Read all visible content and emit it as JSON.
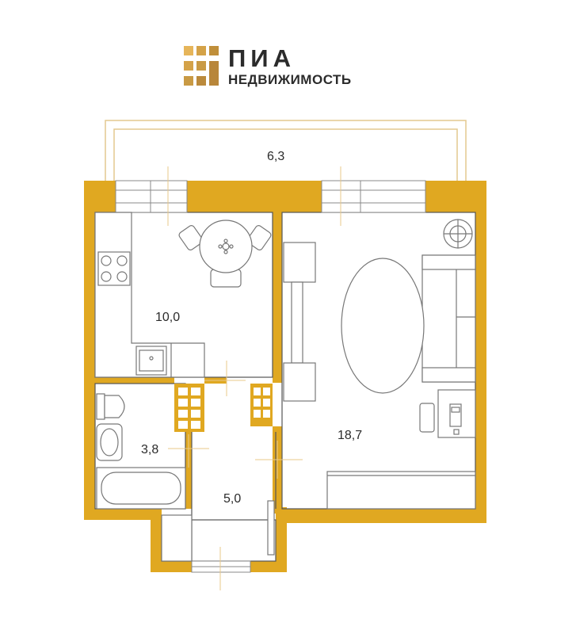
{
  "logo": {
    "title": "ПИА",
    "subtitle": "НЕДВИЖИМОСТЬ",
    "brand_color": "#c9a14a"
  },
  "colors": {
    "wall": "#e0a821",
    "line": "#555555",
    "thin": "#e8c98a",
    "furniture_stroke": "#777777"
  },
  "rooms": {
    "balcony": "6,3",
    "kitchen": "10,0",
    "living": "18,7",
    "bathroom": "3,8",
    "hall": "5,0"
  }
}
